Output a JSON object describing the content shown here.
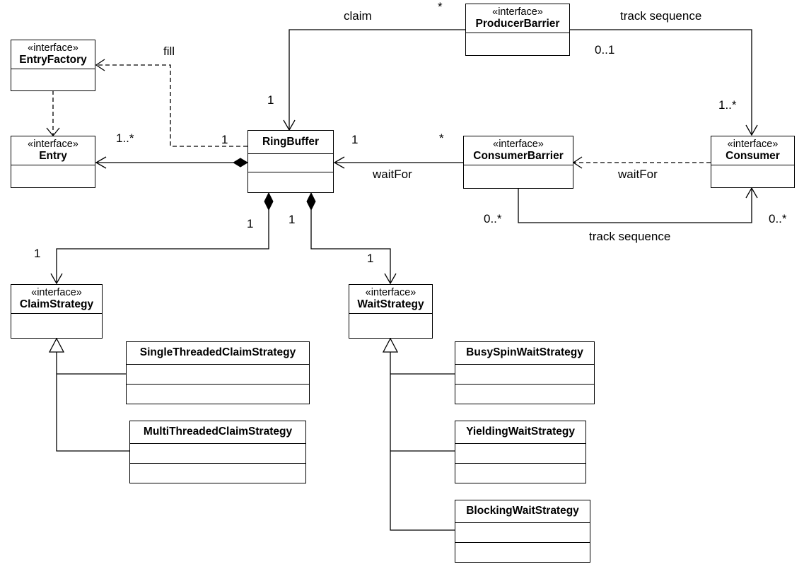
{
  "stereotype": "«interface»",
  "classes": {
    "entry_factory": "EntryFactory",
    "entry": "Entry",
    "ring_buffer": "RingBuffer",
    "producer_barrier": "ProducerBarrier",
    "consumer_barrier": "ConsumerBarrier",
    "consumer": "Consumer",
    "claim_strategy": "ClaimStrategy",
    "wait_strategy": "WaitStrategy",
    "single_threaded_claim_strategy": "SingleThreadedClaimStrategy",
    "multi_threaded_claim_strategy": "MultiThreadedClaimStrategy",
    "busy_spin_wait_strategy": "BusySpinWaitStrategy",
    "yielding_wait_strategy": "YieldingWaitStrategy",
    "blocking_wait_strategy": "BlockingWaitStrategy"
  },
  "edges": {
    "fill": {
      "label": "fill",
      "ring_buffer_end": "1"
    },
    "entries": {
      "multiplicity": "1..*"
    },
    "claim": {
      "label": "claim",
      "producer_end": "*",
      "ring_buffer_end": "1"
    },
    "producer_track_sequence": {
      "label": "track sequence",
      "producer_end": "0..1",
      "consumer_end": "1..*"
    },
    "consumer_barrier_wait_for": {
      "label": "waitFor",
      "barrier_end": "*",
      "ring_buffer_end": "1"
    },
    "consumer_wait_for": {
      "label": "waitFor"
    },
    "barrier_track_sequence": {
      "label": "track sequence",
      "barrier_end": "0..*",
      "consumer_end": "0..*"
    },
    "claim_strategy_comp": {
      "ring_buffer_end": "1",
      "strategy_end": "1"
    },
    "wait_strategy_comp": {
      "ring_buffer_end": "1",
      "strategy_end": "1"
    }
  }
}
